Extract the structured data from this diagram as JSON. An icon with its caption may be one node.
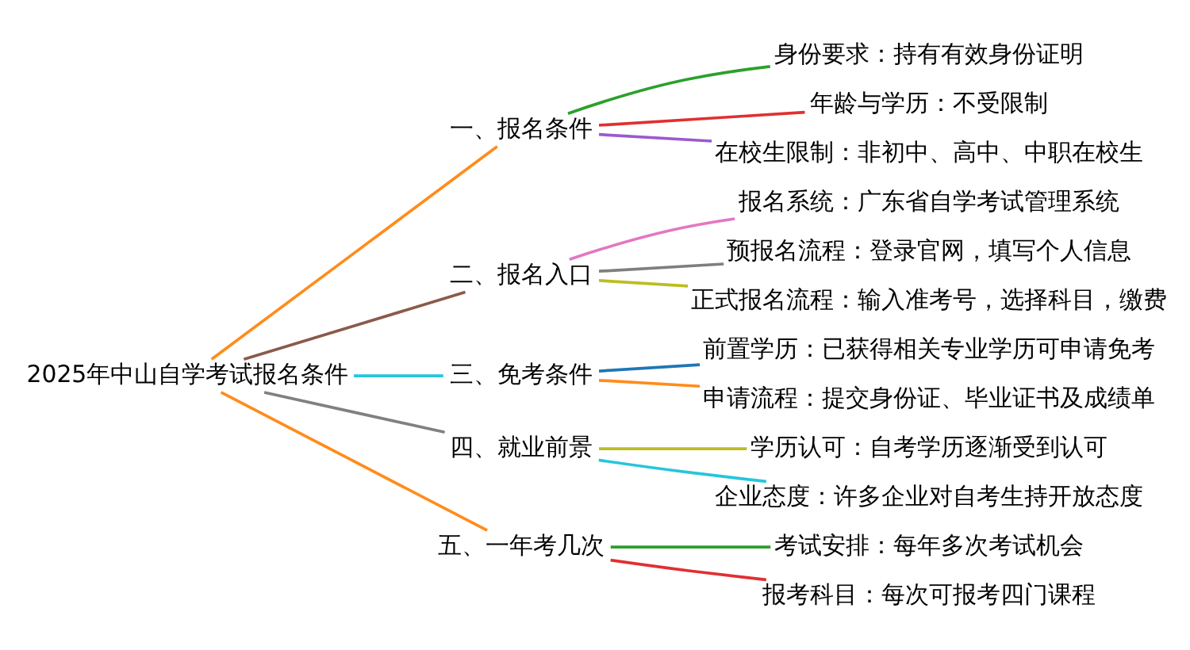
{
  "diagram": {
    "nodes": [
      {
        "text": [
          "2025年中山自学考试报名条件"
        ]
      },
      {
        "text": [
          "一、报名条件"
        ]
      },
      {
        "text": [
          "身份要求：持有有效身份证明"
        ]
      },
      {
        "text": [
          "年龄与学历：不受限制"
        ]
      },
      {
        "text": [
          "在校生限制：非初中、高中、中职在校生"
        ]
      },
      {
        "text": [
          "二、报名入口"
        ]
      },
      {
        "text": [
          "报名系统：广东省自学考试管理系统"
        ]
      },
      {
        "text": [
          "预报名流程：登录官网，填写个人信息"
        ]
      },
      {
        "text": [
          "正式报名流程：输入准考号，选择科目，缴费"
        ]
      },
      {
        "text": [
          "三、免考条件"
        ]
      },
      {
        "text": [
          "前置学历：已获得相关专业学历可申请免考"
        ]
      },
      {
        "text": [
          "申请流程：提交身份证、毕业证书及成绩单"
        ]
      },
      {
        "text": [
          "四、就业前景"
        ]
      },
      {
        "text": [
          "学历认可：自考学历逐渐受到认可"
        ]
      },
      {
        "text": [
          "企业态度：许多企业对自考生持开放态度"
        ]
      },
      {
        "text": [
          "五、一年考几次"
        ]
      },
      {
        "text": [
          "考试安排：每年多次考试机会"
        ]
      },
      {
        "text": [
          "报考科目：每次可报考四门课程"
        ]
      }
    ],
    "edges": [
      {
        "from": 0,
        "to": 1,
        "arrow": "none",
        "color": "#ff8c1a"
      },
      {
        "from": 1,
        "to": 2,
        "arrow": "none",
        "color": "#2ca02c"
      },
      {
        "from": 1,
        "to": 3,
        "arrow": "none",
        "color": "#e03030"
      },
      {
        "from": 1,
        "to": 4,
        "arrow": "none",
        "color": "#9b59d0"
      },
      {
        "from": 0,
        "to": 5,
        "arrow": "none",
        "color": "#8b5a4a"
      },
      {
        "from": 5,
        "to": 6,
        "arrow": "none",
        "color": "#e377c2"
      },
      {
        "from": 5,
        "to": 7,
        "arrow": "none",
        "color": "#7f7f7f"
      },
      {
        "from": 5,
        "to": 8,
        "arrow": "none",
        "color": "#bcbd22"
      },
      {
        "from": 0,
        "to": 9,
        "arrow": "none",
        "color": "#26c6da"
      },
      {
        "from": 9,
        "to": 10,
        "arrow": "none",
        "color": "#1f77b4"
      },
      {
        "from": 9,
        "to": 11,
        "arrow": "none",
        "color": "#ff8c1a"
      },
      {
        "from": 0,
        "to": 12,
        "arrow": "none",
        "color": "#808080"
      },
      {
        "from": 12,
        "to": 13,
        "arrow": "none",
        "color": "#bcbd22"
      },
      {
        "from": 12,
        "to": 14,
        "arrow": "none",
        "color": "#26c6da"
      },
      {
        "from": 0,
        "to": 15,
        "arrow": "none",
        "color": "#ff8c1a"
      },
      {
        "from": 15,
        "to": 16,
        "arrow": "none",
        "color": "#2ca02c"
      },
      {
        "from": 15,
        "to": 17,
        "arrow": "none",
        "color": "#e03030"
      }
    ]
  }
}
